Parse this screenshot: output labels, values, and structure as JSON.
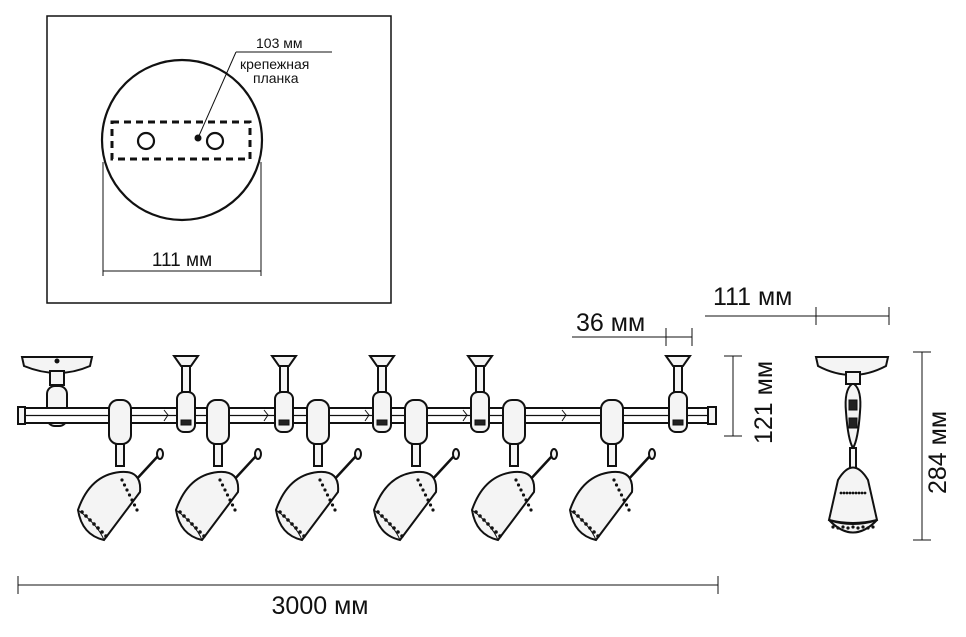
{
  "inset": {
    "mount_size": "103 мм",
    "mount_label_line1": "крепежная",
    "mount_label_line2": "планка",
    "base_diameter": "111 мм"
  },
  "front_view": {
    "total_length": "3000 мм",
    "holder_width": "36 мм",
    "holder_height": "121 мм",
    "spot_count": 6,
    "holder_count": 5
  },
  "side_view": {
    "width": "111 мм",
    "height": "284 мм"
  }
}
